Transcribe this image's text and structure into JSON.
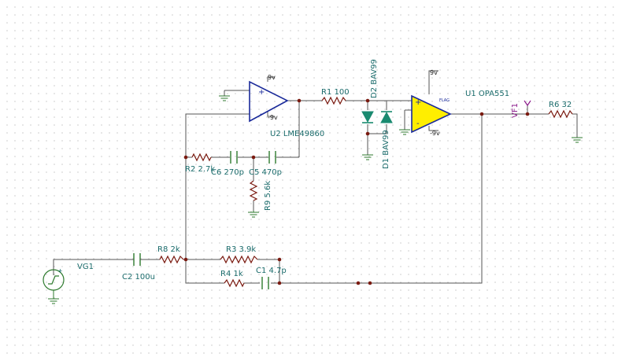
{
  "components": {
    "vg1": "VG1",
    "c2": "C2 100u",
    "r8": "R8 2k",
    "r3": "R3 3.9k",
    "r4": "R4 1k",
    "c1": "C1 4.7p",
    "r2": "R2 2.7k",
    "c6": "C6 270p",
    "c5": "C5 470p",
    "r9": "R9 5.6k",
    "u2": "U2 LME49860",
    "r1": "R1 100",
    "d2": "D2 BAV99",
    "d1": "D1 BAV99",
    "u1": "U1 OPA551",
    "vf1": "VF1",
    "r6": "R6 32"
  },
  "supplies": {
    "u2_pos": "9v",
    "u2_neg": "-9v",
    "u1_pos": "9v",
    "u1_neg": "-9v"
  },
  "pins": {
    "plus": "+",
    "minus": "-",
    "u1_pin_label": "FLAG"
  },
  "colors": {
    "wire": "#555555",
    "resistor": "#7a1a10",
    "capacitor": "#2d7a2d",
    "label": "#1a6b6b",
    "opamp_u2_stroke": "#1a2a9a",
    "opamp_u1_fill": "#ffee00",
    "diode": "#1a8a70",
    "probe": "#8a1a8a"
  }
}
